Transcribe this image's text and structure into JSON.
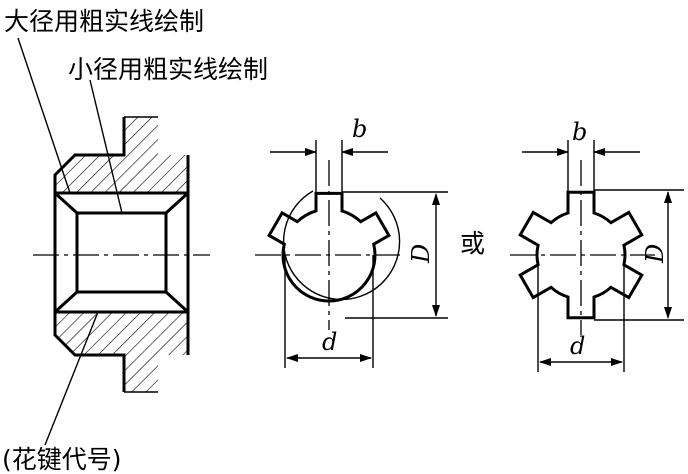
{
  "labels": {
    "major_diameter": "大径用粗实线绘制",
    "minor_diameter": "小径用粗实线绘制",
    "spline_code": "(花键代号)",
    "or_word": "或"
  },
  "dimensions": {
    "b": "b",
    "D": "D",
    "d": "d"
  },
  "teeth": {
    "left_view_count": 3,
    "right_view_count": 6
  }
}
